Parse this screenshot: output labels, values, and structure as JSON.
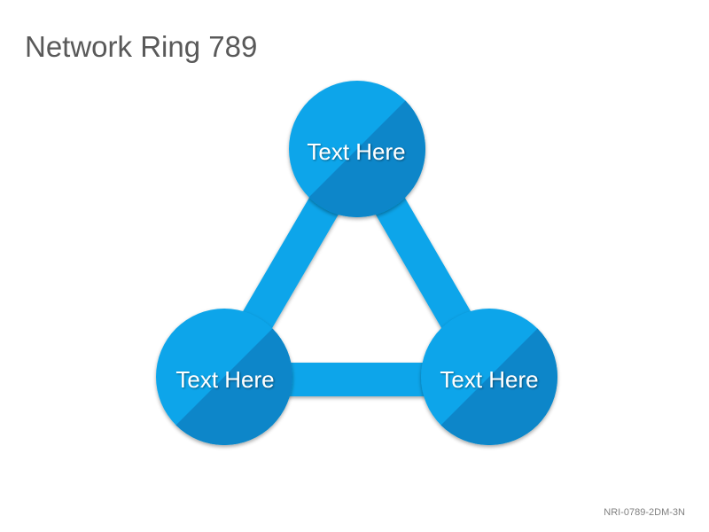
{
  "title": "Network Ring 789",
  "footer_code": "NRI-0789-2DM-3N",
  "colors": {
    "connector": "#0aa5ea",
    "node_light": "#0aa5ea",
    "node_dark": "#0786c9",
    "label": "#ffffff",
    "title": "#595959"
  },
  "nodes": [
    {
      "id": "top",
      "label": "Text Here"
    },
    {
      "id": "bottom-left",
      "label": "Text Here"
    },
    {
      "id": "bottom-right",
      "label": "Text Here"
    }
  ],
  "connections": [
    {
      "from": "top",
      "to": "bottom-left"
    },
    {
      "from": "top",
      "to": "bottom-right"
    },
    {
      "from": "bottom-left",
      "to": "bottom-right"
    }
  ]
}
